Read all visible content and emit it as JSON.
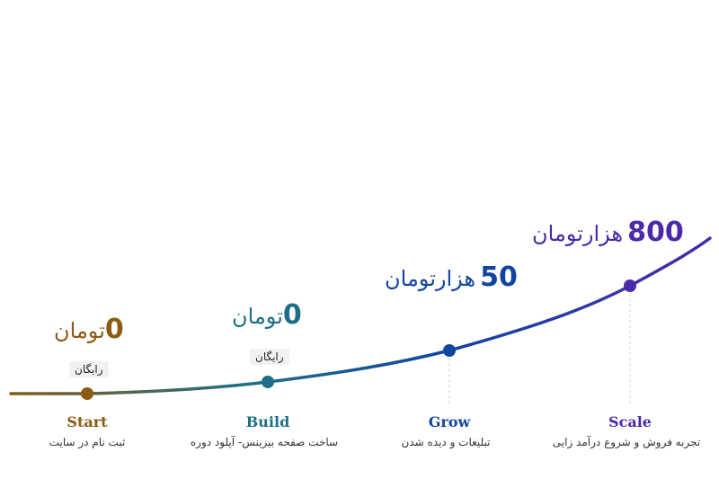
{
  "colors": {
    "start": "#8b5a14",
    "build": "#1c6f86",
    "grow": "#1245a0",
    "scale": "#4a2aa8",
    "line_mid": "#2e6a78"
  },
  "stages": [
    {
      "key": "start",
      "name": "Start",
      "desc": "ثبت نام در سایت",
      "price_num": "0",
      "price_unit": "تومان",
      "badge": "رایگان",
      "color": "#8b5a14"
    },
    {
      "key": "build",
      "name": "Build",
      "desc": "ساخت صفحه بیزینس- آپلود دوره",
      "price_num": "0",
      "price_unit": "تومان",
      "badge": "رایگان",
      "color": "#1c6f86"
    },
    {
      "key": "grow",
      "name": "Grow",
      "desc": "تبلیغات و دیده شدن",
      "price_num": "50",
      "price_unit": "هزارتومان",
      "badge": "",
      "color": "#1245a0"
    },
    {
      "key": "scale",
      "name": "Scale",
      "desc": "تجربه فروش و شروع درآمد زایی",
      "price_num": "800",
      "price_unit": "هزارتومان",
      "badge": "",
      "color": "#4a2aa8"
    }
  ]
}
